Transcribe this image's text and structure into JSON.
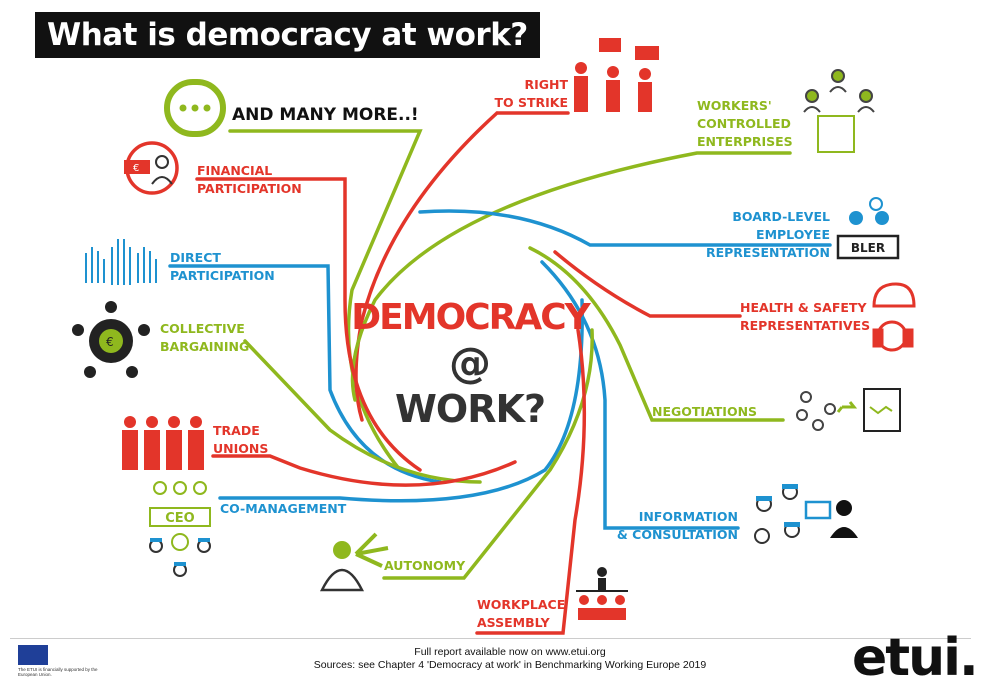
{
  "title": "What is democracy at work?",
  "center": {
    "line1": "DEMOCRACY",
    "line2": "@",
    "line3": "WORK?"
  },
  "items": {
    "many_more": [
      "AND MANY MORE..!"
    ],
    "right_to_strike": [
      "RIGHT",
      "TO STRIKE"
    ],
    "workers_controlled": [
      "WORKERS'",
      "CONTROLLED",
      "ENTERPRISES"
    ],
    "financial": [
      "FINANCIAL",
      "PARTICIPATION"
    ],
    "direct": [
      "DIRECT",
      "PARTICIPATION"
    ],
    "board_level": [
      "BOARD-LEVEL",
      "EMPLOYEE",
      "REPRESENTATION"
    ],
    "health_safety": [
      "HEALTH & SAFETY",
      "REPRESENTATIVES"
    ],
    "collective": [
      "COLLECTIVE",
      "BARGAINING"
    ],
    "negotiations": [
      "NEGOTIATIONS"
    ],
    "trade_unions": [
      "TRADE",
      "UNIONS"
    ],
    "co_management": [
      "CO-MANAGEMENT"
    ],
    "information": [
      "INFORMATION",
      "& CONSULTATION"
    ],
    "autonomy": [
      "AUTONOMY"
    ],
    "workplace_assembly": [
      "WORKPLACE",
      "ASSEMBLY"
    ]
  },
  "icon_text": {
    "bler": "BLER",
    "ceo": "CEO",
    "ellipsis": "..."
  },
  "footer": {
    "line1": "Full report available now on www.etui.org",
    "line2": "Sources: see Chapter 4 'Democracy at work' in Benchmarking Working Europe 2019",
    "eu_note": "The ETUI is financially supported by the European Union.",
    "logo": "etui."
  },
  "colors": {
    "red": "#e3352a",
    "green": "#8fb81e",
    "blue": "#1e92d0",
    "dark": "#111111"
  }
}
